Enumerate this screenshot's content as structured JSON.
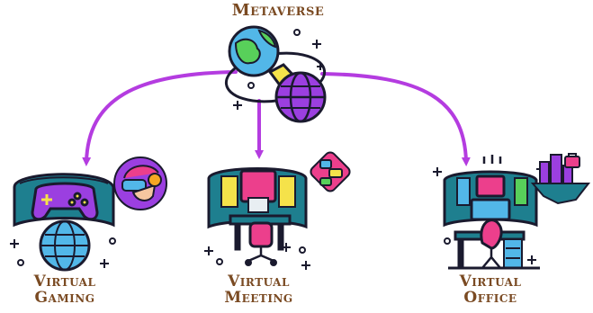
{
  "diagram": {
    "title": "Metaverse",
    "nodes": [
      {
        "id": "gaming",
        "line1": "Virtual",
        "line2": "Gaming"
      },
      {
        "id": "meeting",
        "line1": "Virtual",
        "line2": "Meeting"
      },
      {
        "id": "office",
        "line1": "Virtual",
        "line2": "Office"
      }
    ],
    "edges": [
      {
        "from": "metaverse",
        "to": "gaming"
      },
      {
        "from": "metaverse",
        "to": "meeting"
      },
      {
        "from": "metaverse",
        "to": "office"
      }
    ]
  },
  "colors": {
    "arrow": "#b43ce0",
    "outline": "#1a1a2e",
    "teal": "#1e7f8f",
    "globe_green": "#58d05a",
    "globe_blue": "#52b7e8",
    "purple": "#9b3fe0",
    "pink": "#ec3f8c",
    "yellow": "#f5e24a",
    "label_brown": "#7a4a22"
  },
  "icons": [
    "globe-icon",
    "gamepad-icon",
    "vr-headset-icon",
    "meeting-desk-icon",
    "chat-bubbles-icon",
    "office-desk-icon",
    "city-island-icon",
    "sparkle-icon"
  ]
}
